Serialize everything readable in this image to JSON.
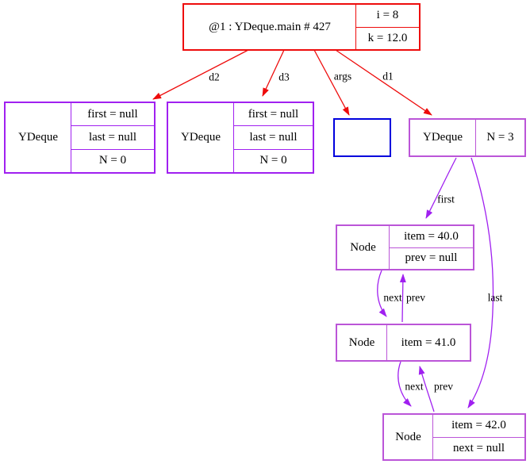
{
  "diagram": {
    "kind": "object-graph",
    "colors": {
      "frame_border": "#ee0c0c",
      "object_border": "#a020f0",
      "live_object_border": "#bb55d8",
      "array_border": "#0000dd",
      "text": "#000000",
      "background": "#ffffff"
    },
    "frame": {
      "title": "@1 : YDeque.main # 427",
      "fields": [
        "i = 8",
        "k = 12.0"
      ]
    },
    "deque_d2": {
      "class": "YDeque",
      "fields": [
        "first = null",
        "last = null",
        "N = 0"
      ]
    },
    "deque_d3": {
      "class": "YDeque",
      "fields": [
        "first = null",
        "last = null",
        "N = 0"
      ]
    },
    "args_array": {
      "label": ""
    },
    "deque_d1": {
      "class": "YDeque",
      "fields": [
        "N = 3"
      ]
    },
    "node40": {
      "class": "Node",
      "fields": [
        "item = 40.0",
        "prev = null"
      ]
    },
    "node41": {
      "class": "Node",
      "fields": [
        "item = 41.0"
      ]
    },
    "node42": {
      "class": "Node",
      "fields": [
        "item = 42.0",
        "next = null"
      ]
    },
    "edge_labels": {
      "d2": "d2",
      "d3": "d3",
      "args": "args",
      "d1": "d1",
      "first": "first",
      "last": "last",
      "next_a": "next",
      "prev_a": "prev",
      "next_b": "next",
      "prev_b": "prev"
    }
  }
}
